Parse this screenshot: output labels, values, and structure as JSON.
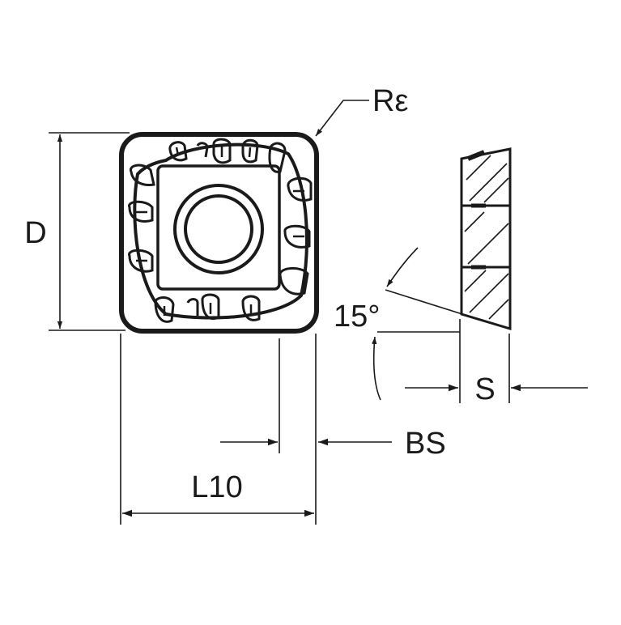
{
  "diagram": {
    "labels": {
      "corner_radius": "Rε",
      "height": "D",
      "length": "L10",
      "wiper_flat": "BS",
      "thickness": "S",
      "clearance_angle": "15°"
    },
    "colors": {
      "stroke": "#1a1a1a",
      "background": "#ffffff"
    }
  }
}
